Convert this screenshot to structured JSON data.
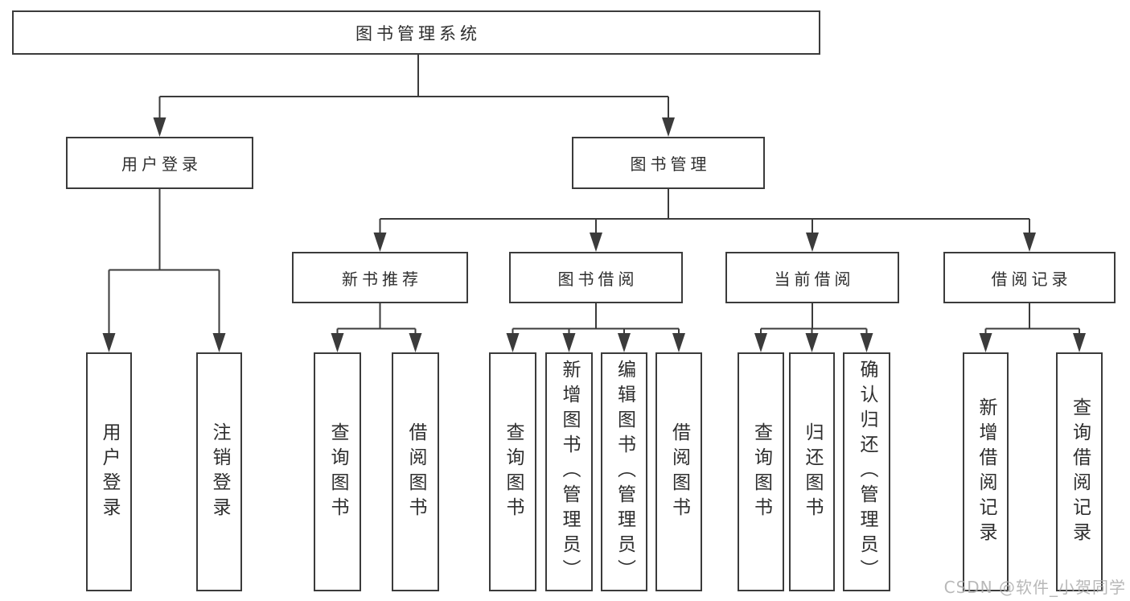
{
  "tree": {
    "label": "图书管理系统",
    "children": [
      {
        "label": "用户登录",
        "children": [
          {
            "label": "用户登录"
          },
          {
            "label": "注销登录"
          }
        ]
      },
      {
        "label": "图书管理",
        "children": [
          {
            "label": "新书推荐",
            "children": [
              {
                "label": "查询图书"
              },
              {
                "label": "借阅图书"
              }
            ]
          },
          {
            "label": "图书借阅",
            "children": [
              {
                "label": "查询图书"
              },
              {
                "label": "新增图书（管理员）"
              },
              {
                "label": "编辑图书（管理员）"
              },
              {
                "label": "借阅图书"
              }
            ]
          },
          {
            "label": "当前借阅",
            "children": [
              {
                "label": "查询图书"
              },
              {
                "label": "归还图书"
              },
              {
                "label": "确认归还（管理员）"
              }
            ]
          },
          {
            "label": "借阅记录",
            "children": [
              {
                "label": "新增借阅记录"
              },
              {
                "label": "查询借阅记录"
              }
            ]
          }
        ]
      }
    ]
  },
  "watermark": {
    "text": "CSDN @软件_小贺同学"
  },
  "colors": {
    "line": "#3b3b3b",
    "text": "#2e2e2e",
    "background": "#ffffff",
    "watermark": "#acacac"
  }
}
